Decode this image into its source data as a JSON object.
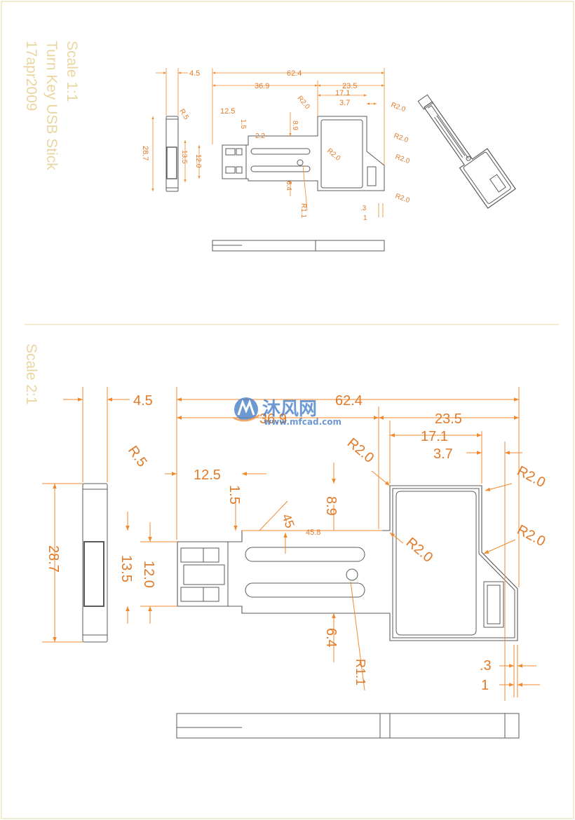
{
  "title_block": {
    "scale_top": "Scale 1:1",
    "name": "Turn Key USB Stick",
    "date": "17apr2009",
    "scale_bottom": "Scale 2:1"
  },
  "dimensions": {
    "d4_5": "4.5",
    "d62_4": "62.4",
    "d36_9": "36.9",
    "d23_5": "23.5",
    "d17_1": "17.1",
    "d3_7": "3.7",
    "r5": "R.5",
    "r2_0": "R2.0",
    "d12_5": "12.5",
    "d1_5": "1.5",
    "d45": "45",
    "d8_9": "8.9",
    "d45_8": "45.8",
    "d28_7": "28.7",
    "d13_5": "13.5",
    "d12_0": "12.0",
    "d6_4": "6.4",
    "r1_1": "R1.1",
    "d_3": ".3",
    "d1": "1",
    "d2_2": "2.2"
  },
  "watermark": {
    "brand": "沐风网",
    "url": "www.mfcad.com"
  },
  "colors": {
    "border": "#e6d9a0",
    "dimension": "#f08a2c",
    "line": "#5a5a5a",
    "title": "#e9d6a0",
    "watermark": "#3b78c4"
  }
}
